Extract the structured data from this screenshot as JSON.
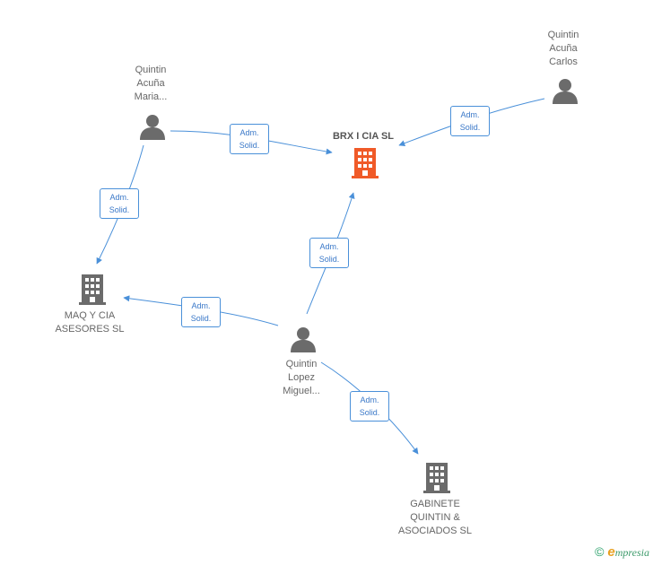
{
  "nodes": {
    "brx": {
      "lines": [
        "BRX I CIA SL"
      ],
      "type": "company",
      "color": "#f05a28"
    },
    "maq": {
      "lines": [
        "MAQ Y CIA",
        "ASESORES SL"
      ],
      "type": "company",
      "color": "#6b6b6b"
    },
    "gabinete": {
      "lines": [
        "GABINETE",
        "QUINTIN &",
        "ASOCIADOS SL"
      ],
      "type": "company",
      "color": "#6b6b6b"
    },
    "maria": {
      "lines": [
        "Quintin",
        "Acuña",
        "Maria..."
      ],
      "type": "person",
      "color": "#6b6b6b"
    },
    "carlos": {
      "lines": [
        "Quintin",
        "Acuña",
        "Carlos"
      ],
      "type": "person",
      "color": "#6b6b6b"
    },
    "miguel": {
      "lines": [
        "Quintin",
        "Lopez",
        "Miguel..."
      ],
      "type": "person",
      "color": "#6b6b6b"
    }
  },
  "edges": [
    {
      "id": "maria-brx",
      "lines": [
        "Adm.",
        "Solid."
      ]
    },
    {
      "id": "carlos-brx",
      "lines": [
        "Adm.",
        "Solid."
      ]
    },
    {
      "id": "maria-maq",
      "lines": [
        "Adm.",
        "Solid."
      ]
    },
    {
      "id": "miguel-brx",
      "lines": [
        "Adm.",
        "Solid."
      ]
    },
    {
      "id": "miguel-maq",
      "lines": [
        "Adm.",
        "Solid."
      ]
    },
    {
      "id": "miguel-gabinete",
      "lines": [
        "Adm.",
        "Solid."
      ]
    }
  ],
  "footer": {
    "copyright": "©",
    "brand_initial": "e",
    "brand_rest": "mpresia"
  },
  "colors": {
    "edge": "#4a90d9",
    "company_main": "#f05a28",
    "node": "#6b6b6b"
  },
  "icons": {
    "person": "person-icon",
    "company": "building-icon"
  }
}
